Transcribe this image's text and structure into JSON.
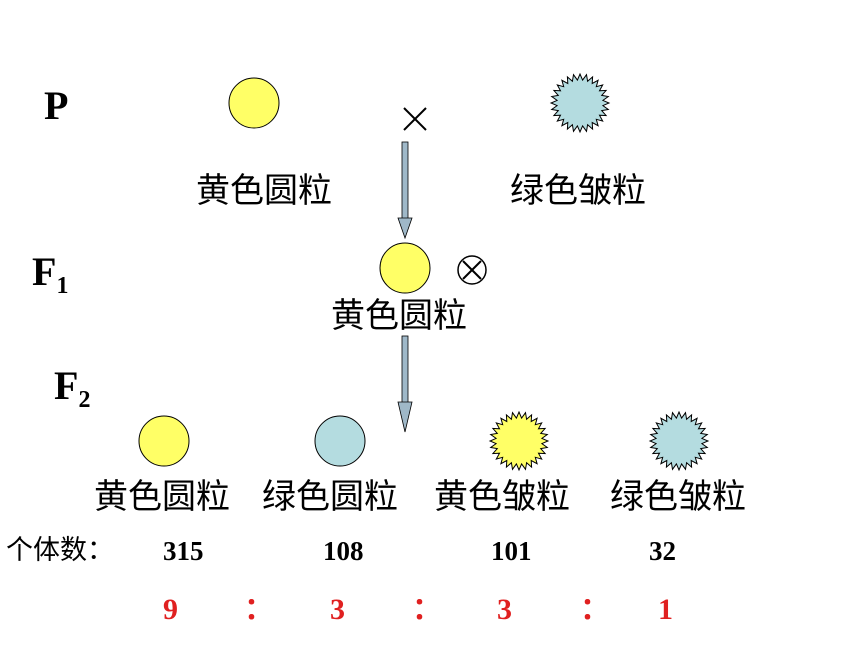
{
  "generations": {
    "p": "P",
    "f1_base": "F",
    "f1_sub": "1",
    "f2_base": "F",
    "f2_sub": "2"
  },
  "parents": {
    "left_label": "黄色圆粒",
    "right_label": "绿色皱粒",
    "cross_symbol": "×"
  },
  "f1": {
    "label": "黄色圆粒",
    "selfing_symbol": "⊗"
  },
  "f2": {
    "phenotypes": [
      "黄色圆粒",
      "绿色圆粒",
      "黄色皱粒",
      "绿色皱粒"
    ],
    "count_title": "个体数：",
    "counts": [
      "315",
      "108",
      "101",
      "32"
    ],
    "ratio": [
      "9",
      "3",
      "3",
      "1"
    ],
    "ratio_separator": "：",
    "ratio_color": "#e02020"
  },
  "colors": {
    "yellow_seed": "#ffff66",
    "green_seed": "#b4dce0",
    "arrow": "#9fb8c8"
  },
  "icons": {
    "round_seed": "circle",
    "wrinkled_seed": "spiky-star"
  }
}
